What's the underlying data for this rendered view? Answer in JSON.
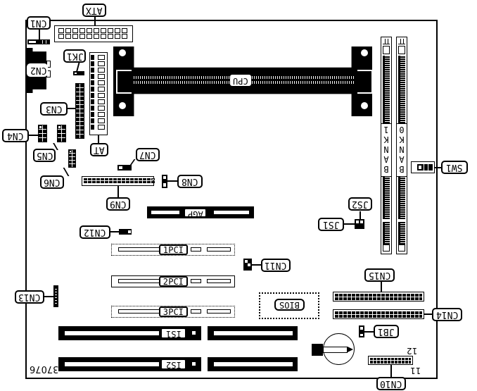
{
  "diagram": {
    "type": "motherboard-layout",
    "orientation": "rotated-180",
    "figure_number": "37076",
    "connectors": {
      "atx": "ATX",
      "at": "AT",
      "cn1": "CN1",
      "cn2": "CN2",
      "cn3": "CN3",
      "cn4": "CN4",
      "cn5": "CN5",
      "cn6": "CN6",
      "cn7": "CN7",
      "cn8": "CN8",
      "cn9": "CN9",
      "cn10": "CN10",
      "cn11": "CN11",
      "cn12": "CN12",
      "cn13": "CN13",
      "cn14": "CN14",
      "cn15": "CN15"
    },
    "jumpers": {
      "jk1": "JK1",
      "js1": "JS1",
      "js2": "JS2",
      "jb1": "JB1"
    },
    "switches": {
      "sw1": "SW1"
    },
    "slots": {
      "cpu": "CPU",
      "agp": "AGP",
      "pci1": "PCI",
      "pci1_num": "1",
      "pci2": "PCI",
      "pci2_num": "2",
      "pci3": "PCI",
      "pci3_num": "3",
      "isa1": "IS1",
      "isa2": "IS2"
    },
    "memory": {
      "bank1": [
        "B",
        "A",
        "N",
        "K",
        "1"
      ],
      "bank0": [
        "B",
        "A",
        "N",
        "K",
        "0"
      ]
    },
    "chips": {
      "bios": "BIOS"
    },
    "pin_labels": {
      "cn10_pin11": "11",
      "cn10_pin12": "12"
    }
  }
}
